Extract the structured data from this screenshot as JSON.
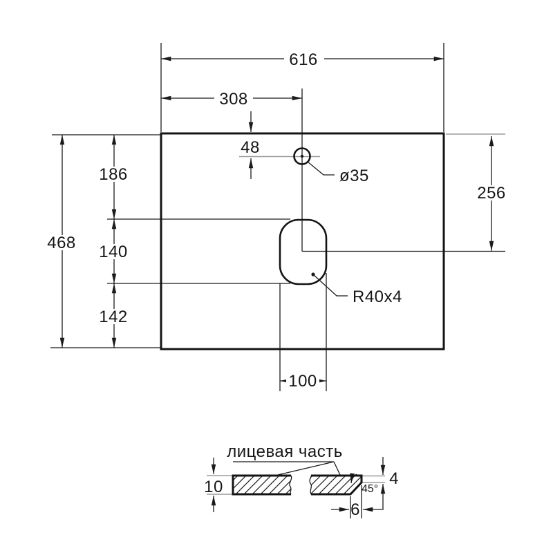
{
  "drawing": {
    "kind": "countertop dimension drawing",
    "background": "#ffffff",
    "colors": {
      "line": "#1b1b1b",
      "thick_outline": "#141414",
      "extension_gray": "#9b9b9b"
    },
    "top_view": {
      "width_total": "616",
      "width_to_hole": "308",
      "hole_top_offset": "48",
      "hole_diameter": "ø35",
      "hole_center_depth_right": "256",
      "depth_total": "468",
      "depth_seg_top": "186",
      "depth_seg_middle": "140",
      "depth_seg_bottom": "142",
      "cutout_width": "100",
      "cutout_corner": "R40x4"
    },
    "section_view": {
      "face_label": "лицевая часть",
      "thickness": "10",
      "edge_height": "4",
      "chamfer_angle": "45°",
      "chamfer_width": "6"
    }
  }
}
